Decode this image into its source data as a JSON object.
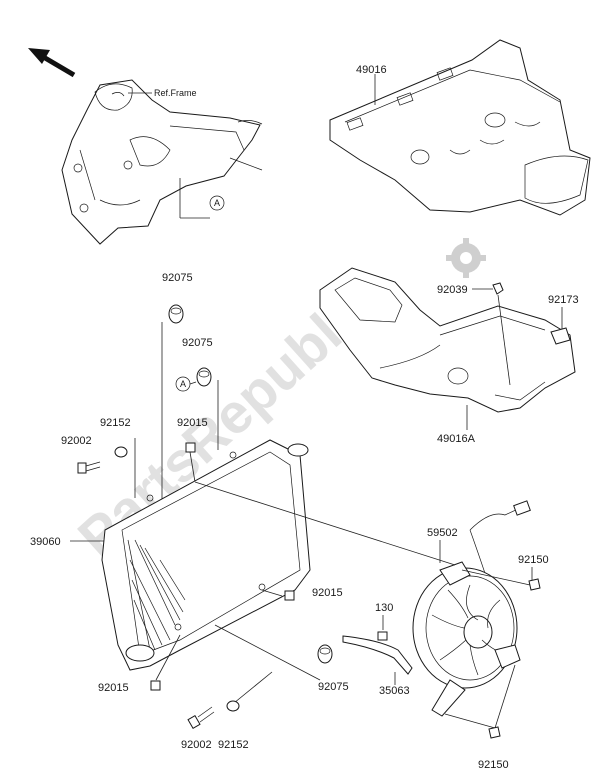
{
  "watermark": "PartsRepublik",
  "ref_frame": "Ref.Frame",
  "circle_mark": "A",
  "labels": {
    "p49016": "49016",
    "p49016A": "49016A",
    "p92039": "92039",
    "p92173": "92173",
    "p92075_top": "92075",
    "p92075_mid": "92075",
    "p92075_bot": "92075",
    "p92152_top": "92152",
    "p92152_bot": "92152",
    "p92002_top": "92002",
    "p92002_bot": "92002",
    "p92015_top": "92015",
    "p92015_mid": "92015",
    "p92015_bot": "92015",
    "p39060": "39060",
    "p59502": "59502",
    "p92150_top": "92150",
    "p92150_bot": "92150",
    "p130": "130",
    "p35063": "35063"
  }
}
